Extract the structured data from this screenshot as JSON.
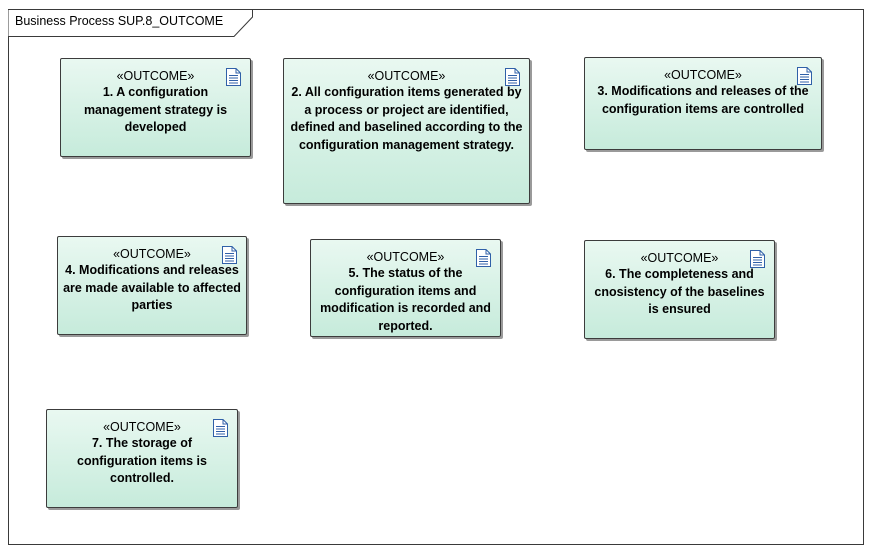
{
  "diagram": {
    "title": "Business Process SUP.8_OUTCOME"
  },
  "outcomes": [
    {
      "stereotype": "«OUTCOME»",
      "text": "1. A configuration management strategy is developed"
    },
    {
      "stereotype": "«OUTCOME»",
      "text": "2. All configuration items generated by a process or project are identified, defined and baselined according to the configuration management strategy."
    },
    {
      "stereotype": "«OUTCOME»",
      "text": "3. Modifications and releases of the configuration items are controlled"
    },
    {
      "stereotype": "«OUTCOME»",
      "text": "4. Modifications and releases are made available to affected parties"
    },
    {
      "stereotype": "«OUTCOME»",
      "text": "5. The status of the configuration items and modification is recorded and reported."
    },
    {
      "stereotype": "«OUTCOME»",
      "text": "6. The completeness and cnosistency of the baselines is ensured"
    },
    {
      "stereotype": "«OUTCOME»",
      "text": "7. The storage of configuration items is controlled."
    }
  ],
  "icons": {
    "outcome": "document-icon"
  }
}
